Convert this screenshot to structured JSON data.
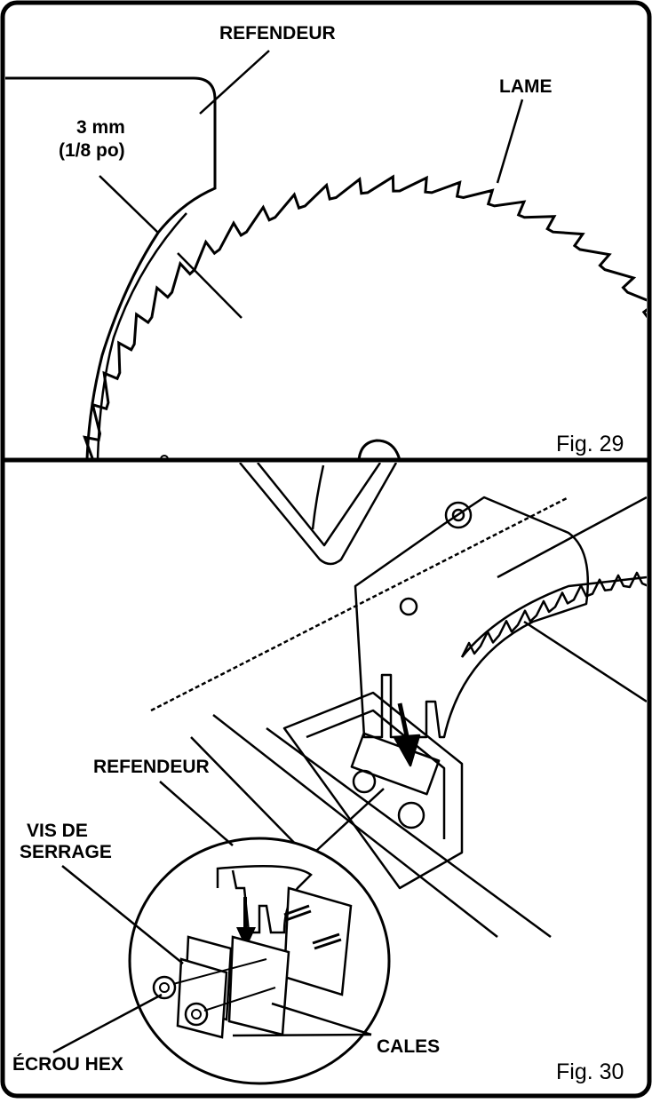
{
  "figure_29": {
    "label": "Fig. 29",
    "callouts": {
      "riving_knife": "REFENDEUR",
      "blade": "LAME",
      "gap_line1": "3 mm",
      "gap_line2": "(1/8 po)"
    }
  },
  "figure_30": {
    "label": "Fig. 30",
    "callouts": {
      "riving_knife": "REFENDEUR",
      "clamp_screw_line1": "VIS DE",
      "clamp_screw_line2": "SERRAGE",
      "shims": "CALES",
      "hex_nut": "ÉCROU HEX"
    }
  },
  "colors": {
    "ink": "#000000",
    "paper": "#ffffff"
  }
}
